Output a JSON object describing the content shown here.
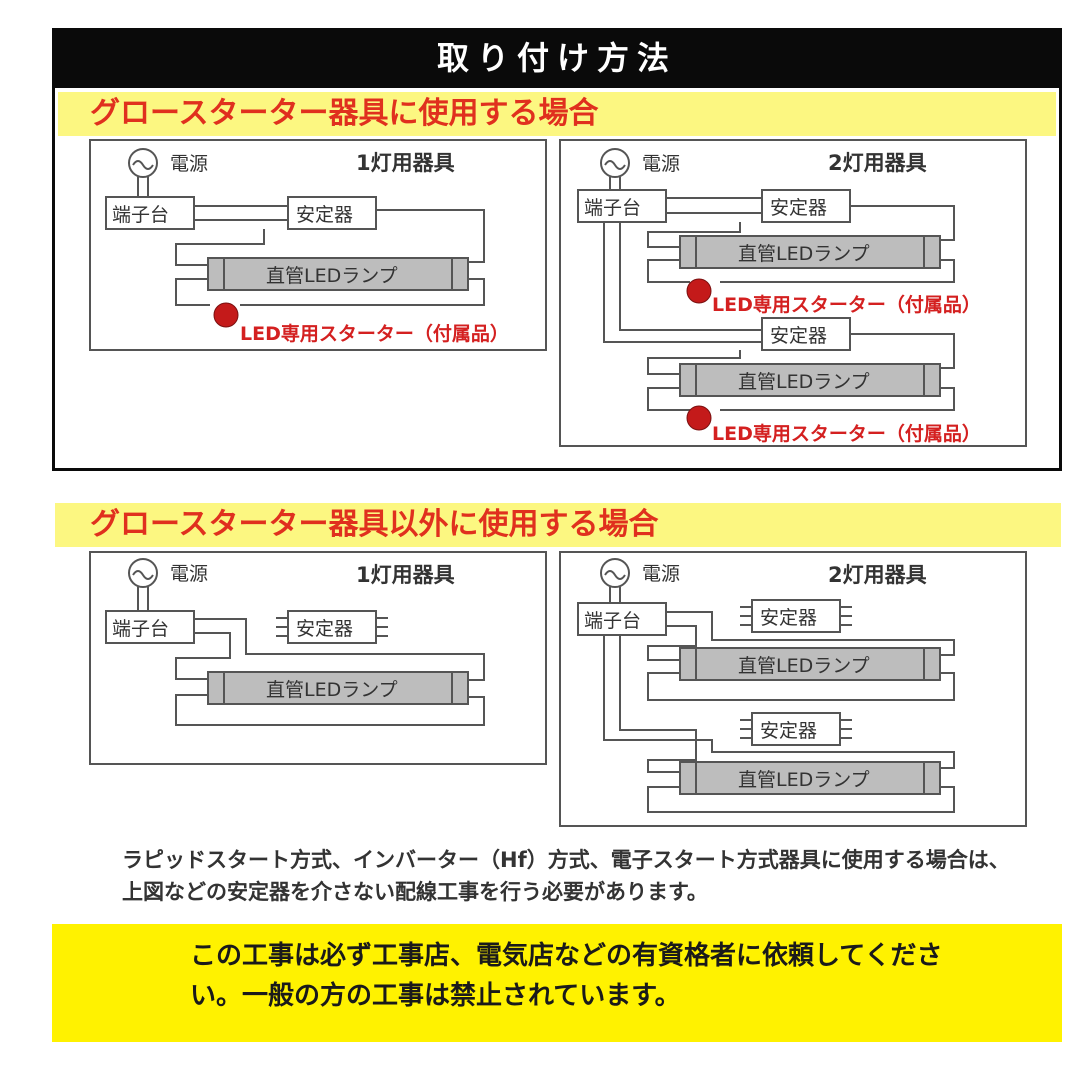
{
  "header": {
    "title": "取り付け方法"
  },
  "section1": {
    "title": "グロースターター器具に使用する場合"
  },
  "section2": {
    "title": "グロースターター器具以外に使用する場合"
  },
  "labels": {
    "power": "電源",
    "terminal": "端子台",
    "ballast": "安定器",
    "lamp": "直管LEDランプ",
    "starter": "LED専用スターター（付属品）",
    "single": "1灯用器具",
    "double": "2灯用器具"
  },
  "note": "ラピッドスタート方式、インバーター（Hf）方式、電子スタート方式器具に使用する場合は、上図などの安定器を介さない配線工事を行う必要があります。",
  "notice": "この工事は必ず工事店、電気店などの有資格者に依頼してください。一般の方の工事は禁止されています。",
  "colors": {
    "band": "#fcf781",
    "accent_red": "#e0301e",
    "notice_bg": "#fff200",
    "header_bg": "#0a0a0a"
  }
}
